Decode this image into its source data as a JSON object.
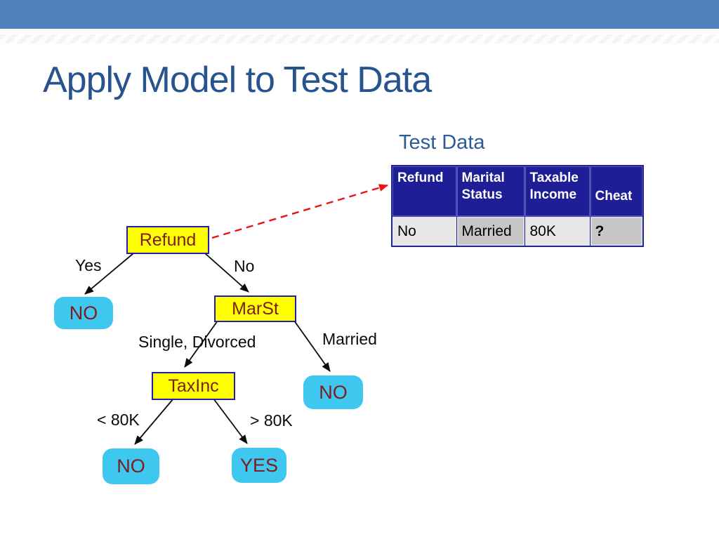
{
  "slide": {
    "title": "Apply Model to Test Data",
    "section_label": "Test Data"
  },
  "table": {
    "headers": [
      "Refund",
      "Marital Status",
      "Taxable Income",
      "Cheat"
    ],
    "row": [
      "No",
      "Married",
      "80K",
      "?"
    ]
  },
  "tree": {
    "nodes": {
      "refund": "Refund",
      "marst": "MarSt",
      "taxinc": "TaxInc",
      "leaf_refund_yes": "NO",
      "leaf_marst_married": "NO",
      "leaf_taxinc_low": "NO",
      "leaf_taxinc_high": "YES"
    },
    "edge_labels": {
      "refund_yes": "Yes",
      "refund_no": "No",
      "marst_single": "Single, Divorced",
      "marst_married": "Married",
      "taxinc_low": "< 80K",
      "taxinc_high": "> 80K"
    }
  },
  "colors": {
    "header_band": "#4F81BD",
    "title_text": "#27548F",
    "table_header_bg": "#1E1E96",
    "node_fill": "#FFFF00",
    "node_border": "#2121A8",
    "leaf_fill": "#3EC8F0",
    "node_text": "#7E1D1D",
    "dashed_arrow": "#EE1111"
  }
}
